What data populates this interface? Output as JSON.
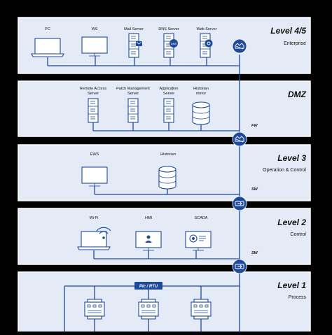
{
  "accent_color": "#1e4a9c",
  "panel_color": "#e4ebf6",
  "levels": [
    {
      "title": "Level 4/5",
      "subtitle": "Enterprise"
    },
    {
      "title": "DMZ",
      "subtitle": ""
    },
    {
      "title": "Level 3",
      "subtitle": "Operation & Control"
    },
    {
      "title": "Level 2",
      "subtitle": "Control"
    },
    {
      "title": "Level 1",
      "subtitle": "Process"
    }
  ],
  "devices": {
    "level45": [
      "PC",
      "WS",
      "Mail Server",
      "DNS Server",
      "Web Server"
    ],
    "dmz": [
      [
        "Remote Access",
        "Server"
      ],
      [
        "Patch Management",
        "Server"
      ],
      [
        "Application",
        "Server"
      ],
      [
        "Historian",
        "mirror"
      ]
    ],
    "level3": [
      "EWS",
      "Historian"
    ],
    "level2": [
      "Wi-Fi",
      "HMI",
      "SCADA"
    ]
  },
  "dns_badge": "DNS",
  "links": {
    "dmz": "FW",
    "level3": "SW",
    "level2": "SW"
  },
  "plc_label": "Plc / RTU",
  "icons": [
    "laptop-icon",
    "monitor-icon",
    "server-icon",
    "mail-icon",
    "gear-icon",
    "database-icon",
    "wifi-icon",
    "user-icon",
    "camera-icon",
    "plc-icon",
    "firewall-icon",
    "switch-icon"
  ]
}
